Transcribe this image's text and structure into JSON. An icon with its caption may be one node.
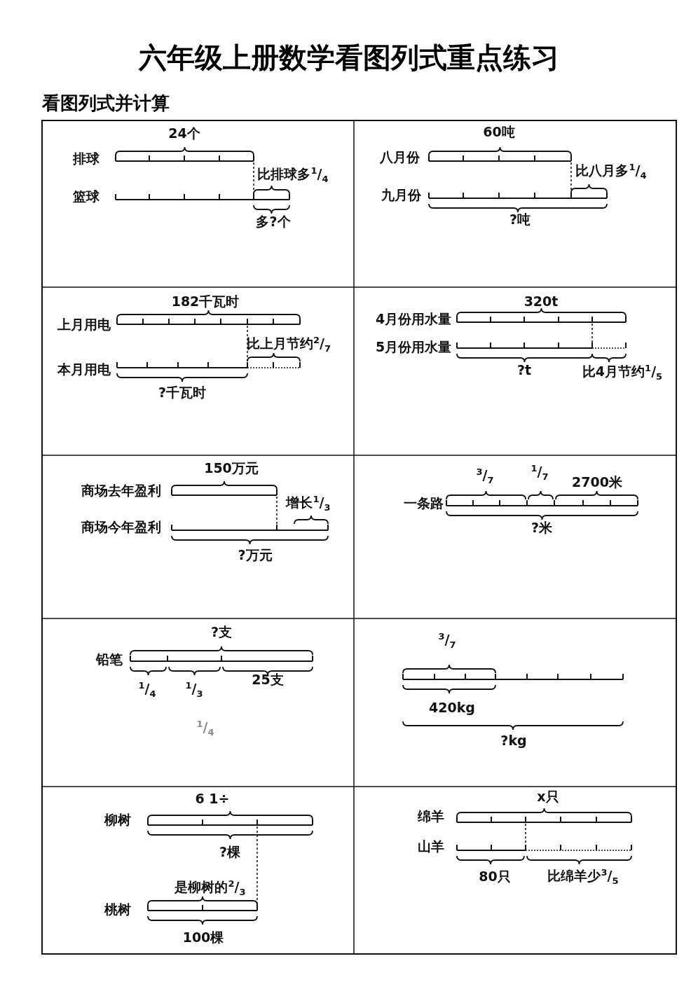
{
  "diagram": {
    "title": "六年级上册数学看图列式重点练习",
    "labels": [
      "看图列式并计算",
      "24个",
      "排球",
      "比排球多$^{1}$/$_{4}$",
      "篮球",
      "多?个",
      "60吨",
      "八月份",
      "比八月多$^{1}$/$_{4}$",
      "九月份",
      "?吨",
      "182千瓦时",
      "上月用电",
      "比上月节约$^{2}$/$_{7}$",
      "本月用电",
      "?千瓦时",
      "320t",
      "4月份用水量",
      "5月份用水量",
      "?t",
      "比4月节约$^{1}$/$_{5}$",
      "150万元",
      "商场去年盈利",
      "增长$^{1}$/$_{3}$",
      "商场今年盈利",
      "?万元",
      "$^{3}$/$_{7}$",
      "$^{1}$/$_{7}$",
      "2700米",
      "一条路",
      "?米",
      "?支",
      "铅笔",
      "$^{1}$/$_{4}$",
      "$^{1}$/$_{3}$",
      "25支",
      "$^{1}$/$_{4}$",
      "$^{3}$/$_{7}$",
      "420kg",
      "?kg",
      "6 1÷",
      "柳树",
      "?棵",
      "是柳树的$^{2}$/$_{3}$",
      "桃树",
      "100棵",
      "x只",
      "绵羊",
      "山羊",
      "80只",
      "比绵羊少$^{3}$/$_{5}$"
    ]
  }
}
